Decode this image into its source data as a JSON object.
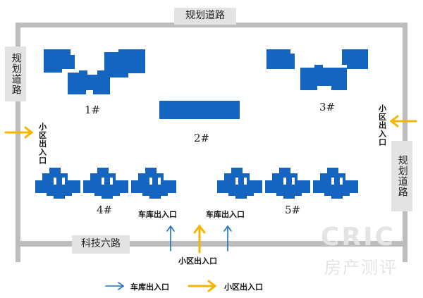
{
  "roads": {
    "top": "规划道路",
    "left": "规划道路",
    "right": "规划道路",
    "bottom": "科技六路"
  },
  "buildings": {
    "b1": "1#",
    "b2": "2#",
    "b3": "3#",
    "b4": "4#",
    "b5": "5#"
  },
  "entrances": {
    "left_community": "小区出入口",
    "right_community": "小区出入口",
    "garage_left": "车库出入口",
    "garage_right": "车库出入口",
    "bottom_community": "小区出入口"
  },
  "legend": {
    "garage": "车库出入口",
    "community": "小区出入口"
  },
  "watermark": {
    "top": "CRIC",
    "bottom": "房产测评"
  },
  "colors": {
    "building": "#1565c0",
    "garage_arrow": "#1e6fc4",
    "community_arrow": "#f5b400",
    "road": "#bdbdbd"
  }
}
